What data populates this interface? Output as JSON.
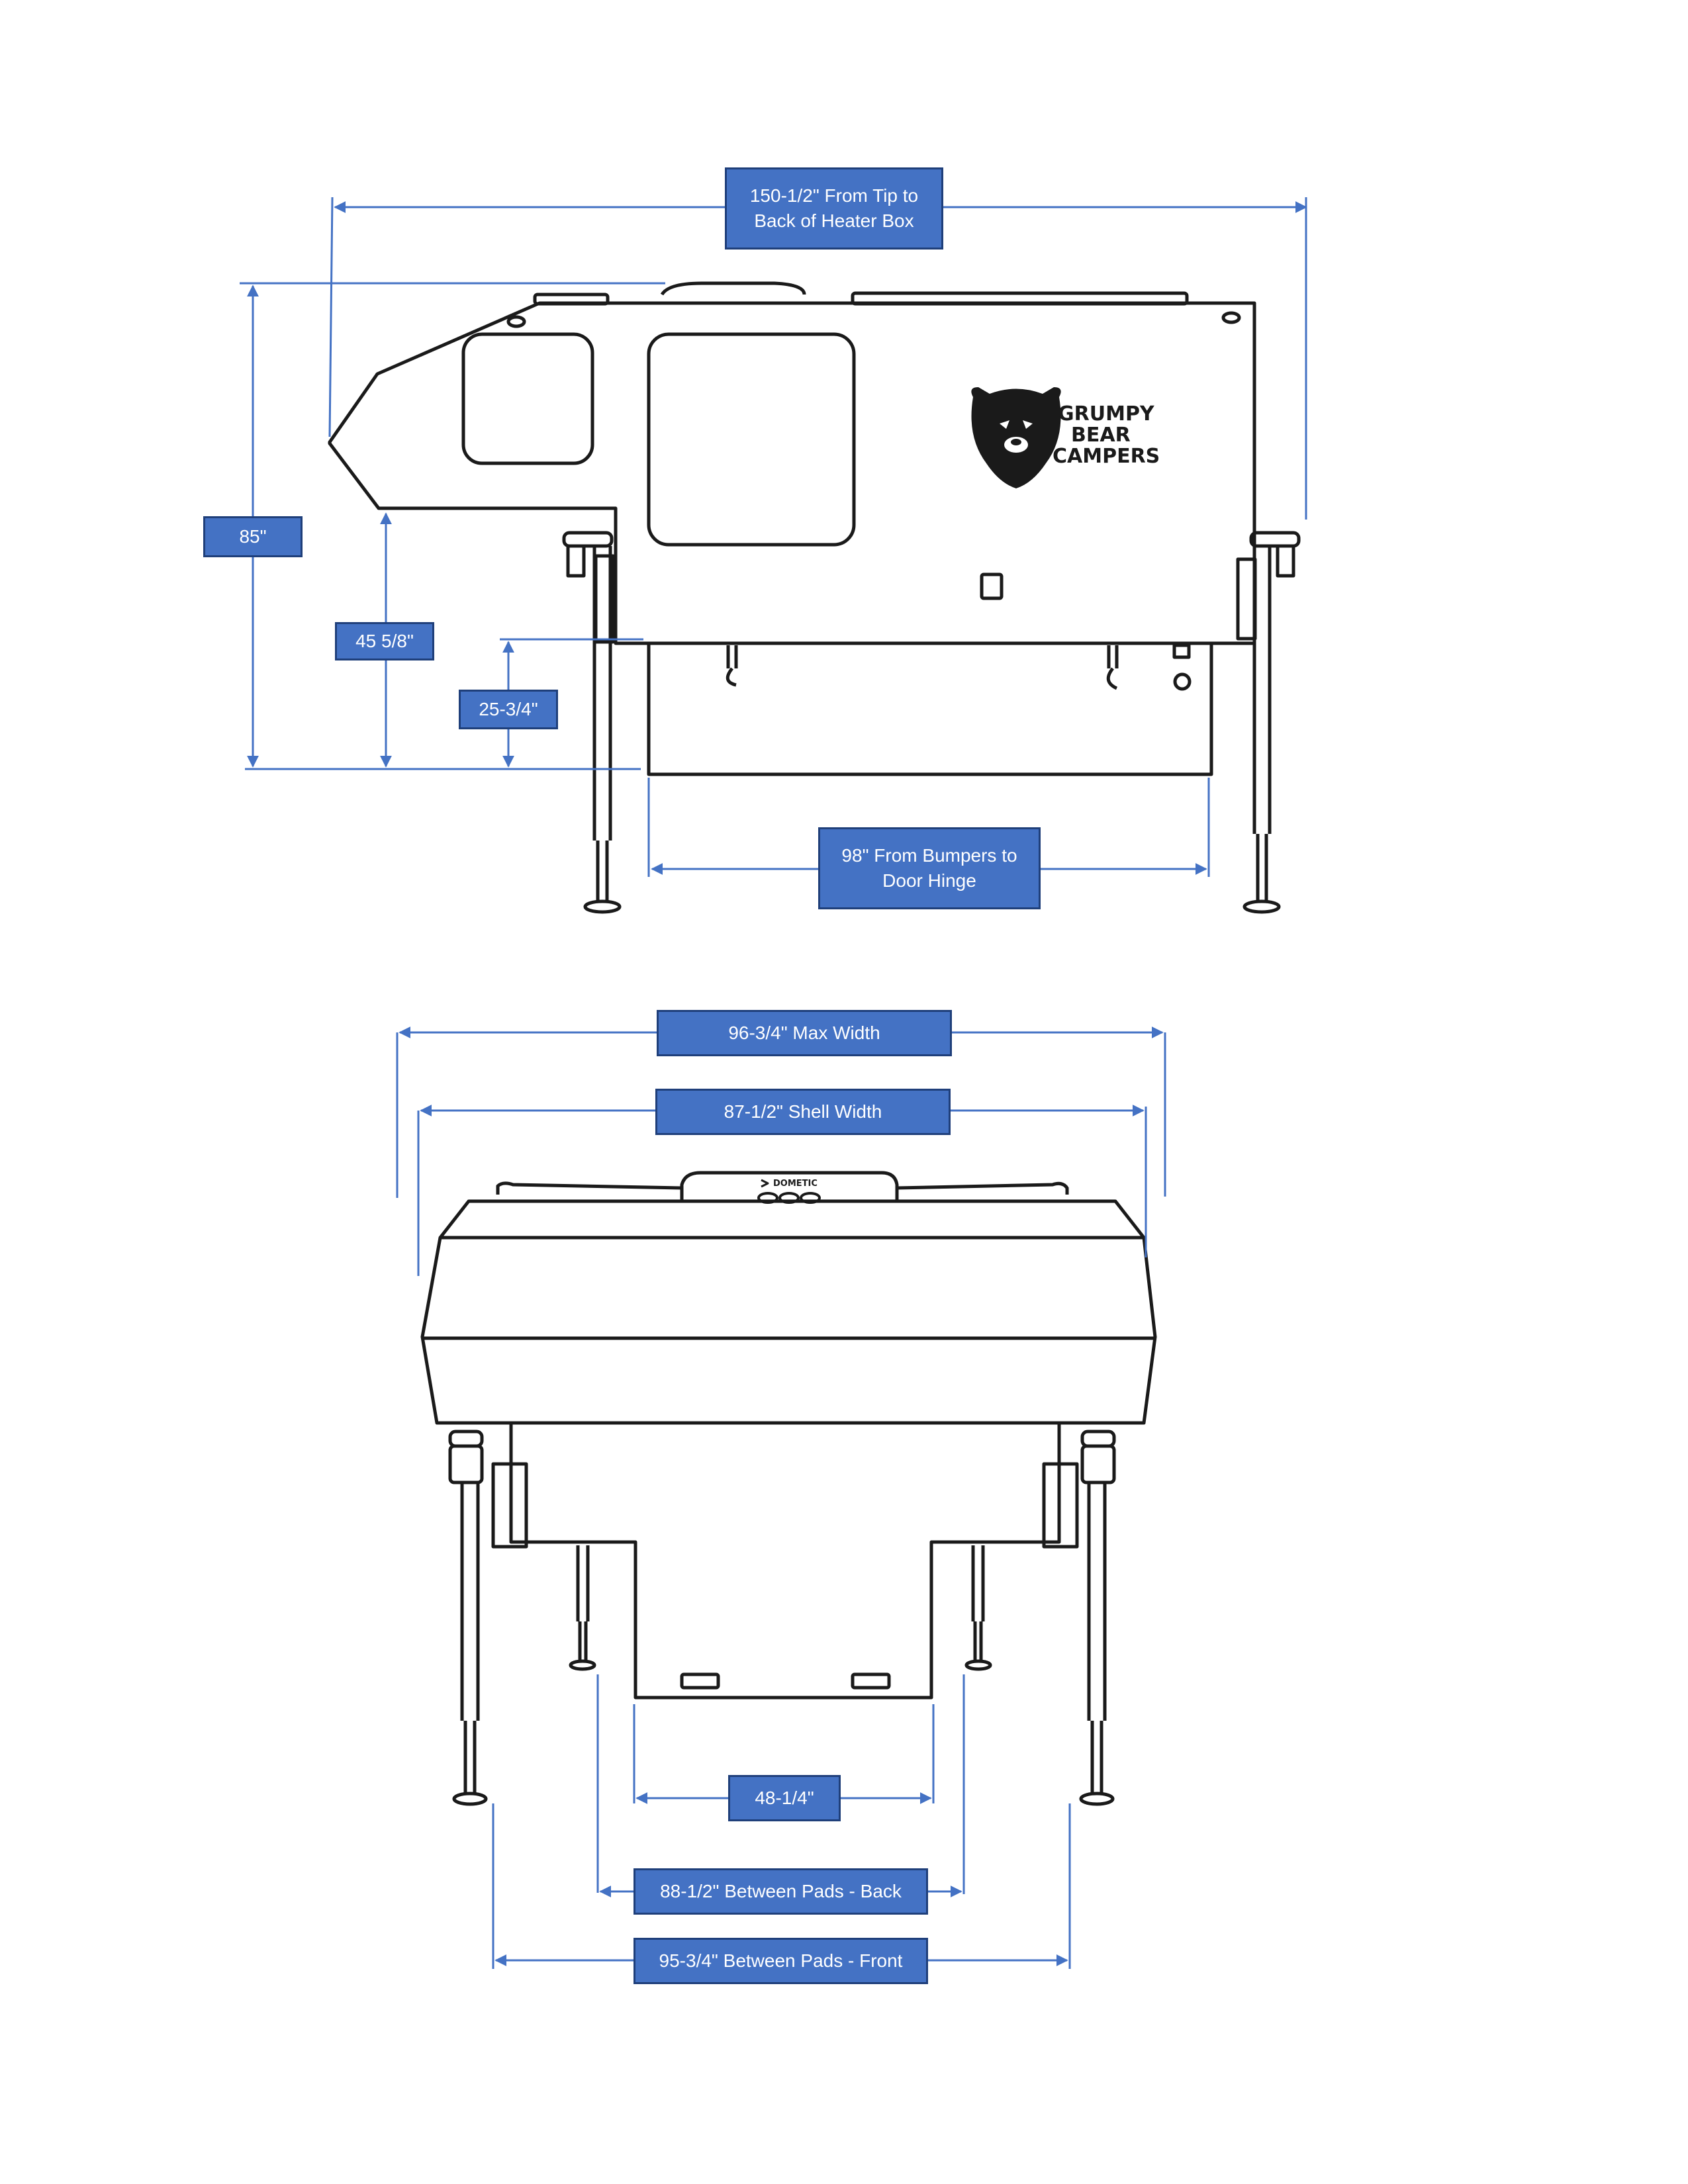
{
  "colors": {
    "label_fill": "#4472c4",
    "label_border": "#1f3f7a",
    "dimension_line": "#4472c4",
    "drawing_stroke": "#1a1a1a"
  },
  "logo": {
    "text": "GRUMPY BEAR CAMPERS",
    "lines": [
      "GRUMPY",
      "BEAR",
      "CAMPERS"
    ],
    "icon": "bear-head-icon"
  },
  "ac_unit": {
    "brand": "DOMETIC",
    "icon": "dometic-logo-icon"
  },
  "side_view": {
    "overall_length": "150-1/2\" From Tip to\nBack of Heater Box",
    "total_height": "85\"",
    "cabover_height": "45 5/8\"",
    "floor_height": "25-3/4\"",
    "floor_length": "98\" From Bumpers to\nDoor Hinge"
  },
  "rear_view": {
    "max_width": "96-3/4\" Max Width",
    "shell_width": "87-1/2\" Shell Width",
    "floor_width": "48-1/4\"",
    "pads_back": "88-1/2\" Between Pads - Back",
    "pads_front": "95-3/4\" Between Pads - Front"
  }
}
